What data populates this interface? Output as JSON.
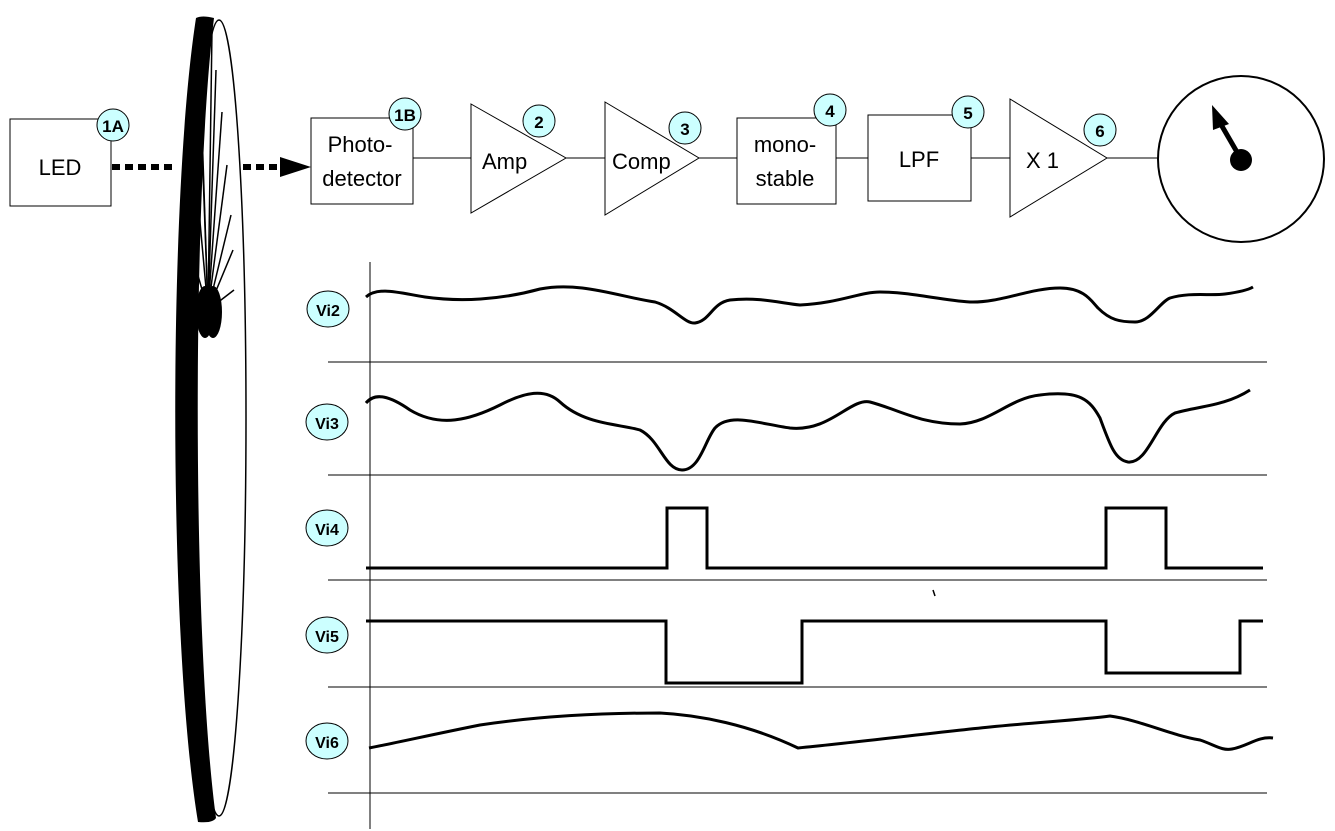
{
  "colors": {
    "badge_fill": "#ccffff",
    "stroke": "#000000",
    "background": "#ffffff"
  },
  "blocks": {
    "led": {
      "label": "LED",
      "badge": "1A"
    },
    "photodetector": {
      "label_line1": "Photo-",
      "label_line2": "detector",
      "badge": "1B"
    },
    "amp": {
      "label": "Amp",
      "badge": "2"
    },
    "comp": {
      "label": "Comp",
      "badge": "3"
    },
    "monostable": {
      "label_line1": "mono-",
      "label_line2": "stable",
      "badge": "4"
    },
    "lpf": {
      "label": "LPF",
      "badge": "5"
    },
    "buffer": {
      "label": "X 1",
      "badge": "6"
    }
  },
  "meter": {
    "icon": "analog-meter-icon"
  },
  "wheel": {
    "icon": "spoked-wheel-icon"
  },
  "waveforms": {
    "vi2": {
      "label": "Vi2"
    },
    "vi3": {
      "label": "Vi3"
    },
    "vi4": {
      "label": "Vi4"
    },
    "vi5": {
      "label": "Vi5"
    },
    "vi6": {
      "label": "Vi6"
    }
  }
}
